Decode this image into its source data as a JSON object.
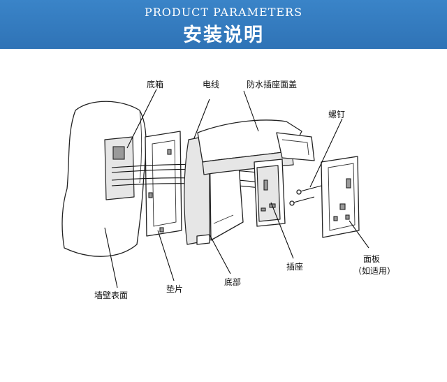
{
  "header": {
    "subtitle": "PRODUCT PARAMETERS",
    "title": "安装说明"
  },
  "labels": {
    "box": "底箱",
    "wire": "电线",
    "cover": "防水插座面盖",
    "screw": "螺钉",
    "panel": "面板",
    "panel_note": "（如适用）",
    "socket": "插座",
    "base": "底部",
    "gasket": "垫片",
    "wall": "墙壁表面"
  }
}
